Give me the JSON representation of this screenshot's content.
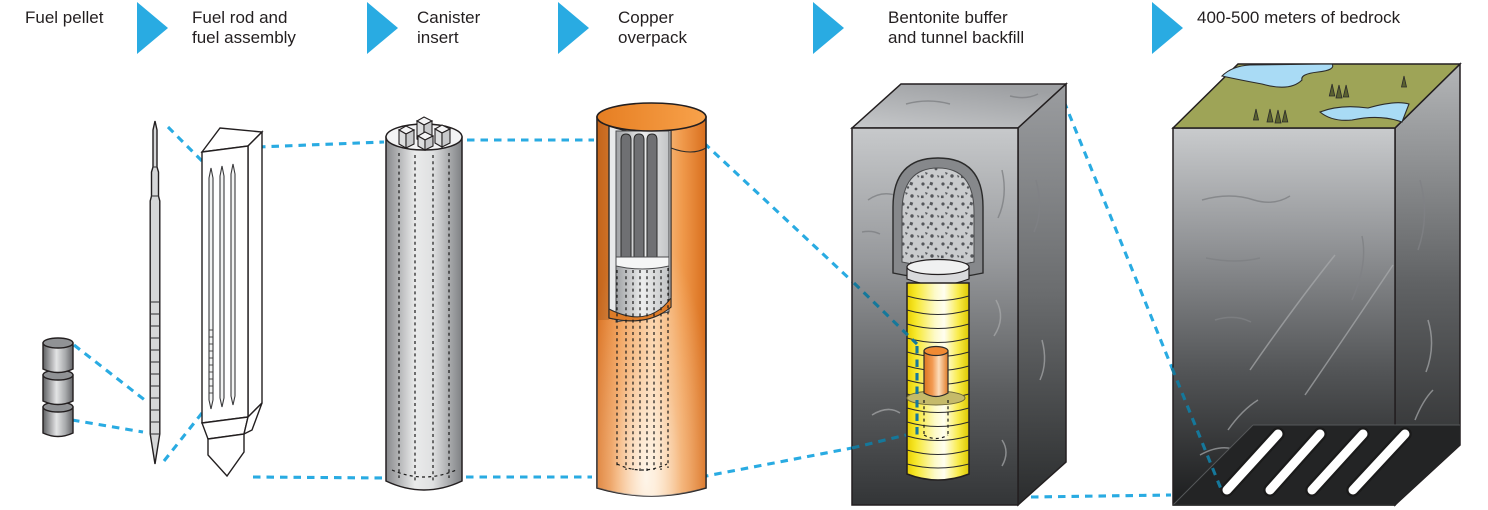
{
  "figure": {
    "alt": "Multi-barrier system for disposal of spent nuclear fuel, from fuel pellet to deep bedrock repository"
  },
  "steps": [
    {
      "id": "fuel-pellet",
      "label": "Fuel pellet"
    },
    {
      "id": "fuel-rod-assembly",
      "label": "Fuel rod and\nfuel assembly"
    },
    {
      "id": "canister-insert",
      "label": "Canister\ninsert"
    },
    {
      "id": "copper-overpack",
      "label": "Copper\noverpack"
    },
    {
      "id": "bentonite-buffer",
      "label": "Bentonite buffer\nand tunnel backfill"
    },
    {
      "id": "bedrock",
      "label": "400-500 meters of bedrock"
    }
  ],
  "icons": {
    "step_separator": "right-arrow-icon"
  },
  "illustrations": {
    "fuel_pellet": "stack of three cylindrical fuel pellets",
    "fuel_rod": "single thin fuel rod with pointed ends",
    "fuel_assembly": "square fuel assembly containing fuel rods",
    "canister_insert": "grey cylindrical canister insert with square channels",
    "copper_overpack": "orange copper overpack cutaway showing insert and rods",
    "bentonite": "bedrock block with backfilled tunnel, bentonite rings and canister",
    "bedrock": "bedrock block with surface landscape and deposition tunnels at depth"
  },
  "palette": {
    "accent": "#29ABE2",
    "connector_dark": "#15789B",
    "text": "#231F20",
    "outline": "#231F20",
    "copper": "#EF9140",
    "bentonite_yellow": "#F7E400",
    "rock_gray": "#939598",
    "ground_green": "#9EA457",
    "water_blue": "#A9DBF5",
    "backfill_speckle": "#55575B",
    "tunnel_white": "#FFFFFF"
  }
}
